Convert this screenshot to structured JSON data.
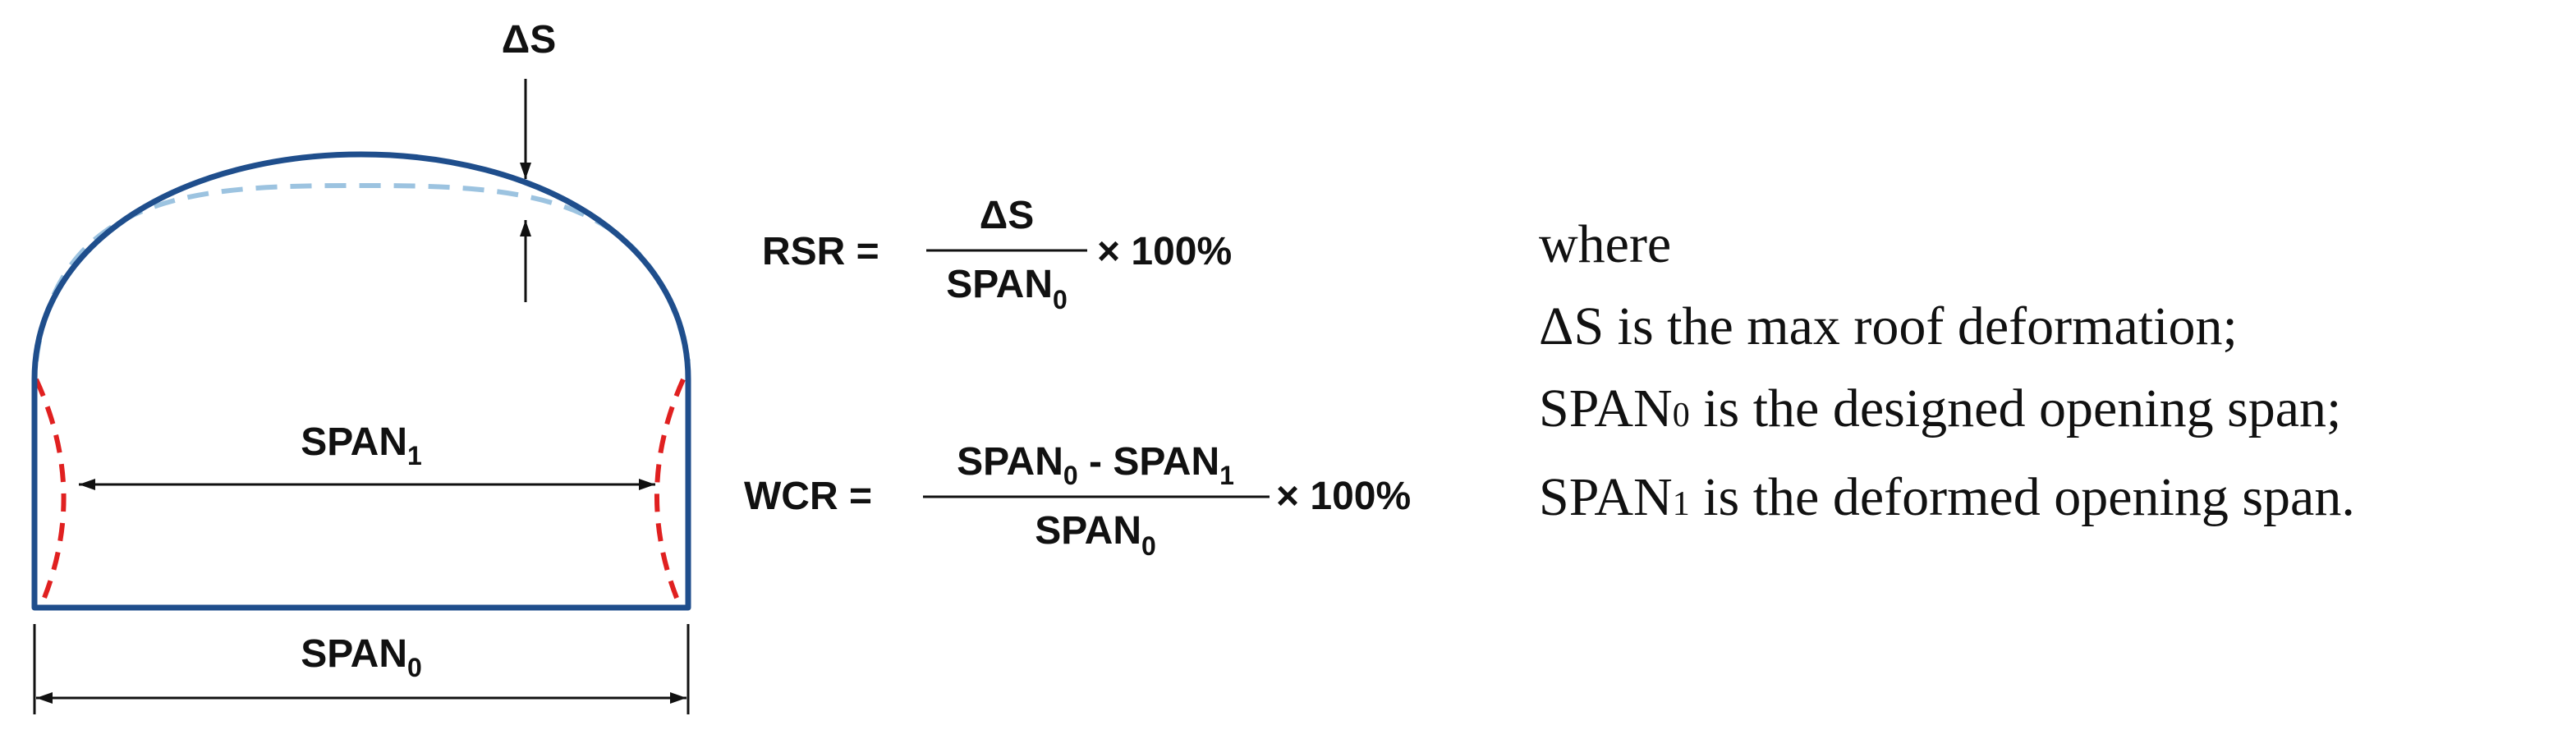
{
  "diagram": {
    "delta_s_label": "ΔS",
    "span1": {
      "base": "SPAN",
      "sub": "1"
    },
    "span0": {
      "base": "SPAN",
      "sub": "0"
    }
  },
  "formulas": {
    "rsr": {
      "lhs": "RSR =",
      "numerator": "ΔS",
      "denominator": {
        "base": "SPAN",
        "sub": "0"
      },
      "multiplier": "× 100%"
    },
    "wcr": {
      "lhs": "WCR =",
      "numerator": {
        "a_base": "SPAN",
        "a_sub": "0",
        "op": " - ",
        "b_base": "SPAN",
        "b_sub": "1"
      },
      "denominator": {
        "base": "SPAN",
        "sub": "0"
      },
      "multiplier": "× 100%"
    }
  },
  "legend": {
    "where": "where",
    "line1": "ΔS is the max roof deformation;",
    "line2": {
      "base": "SPAN",
      "sub": "0",
      "rest": " is the designed opening span;"
    },
    "line3": {
      "base": "SPAN",
      "sub": "1",
      "rest": " is the deformed opening span."
    }
  },
  "colors": {
    "outline": "#1f4e8c",
    "deformed_roof": "#9cc3e0",
    "deformed_walls": "#e02020",
    "ink": "#111111"
  }
}
